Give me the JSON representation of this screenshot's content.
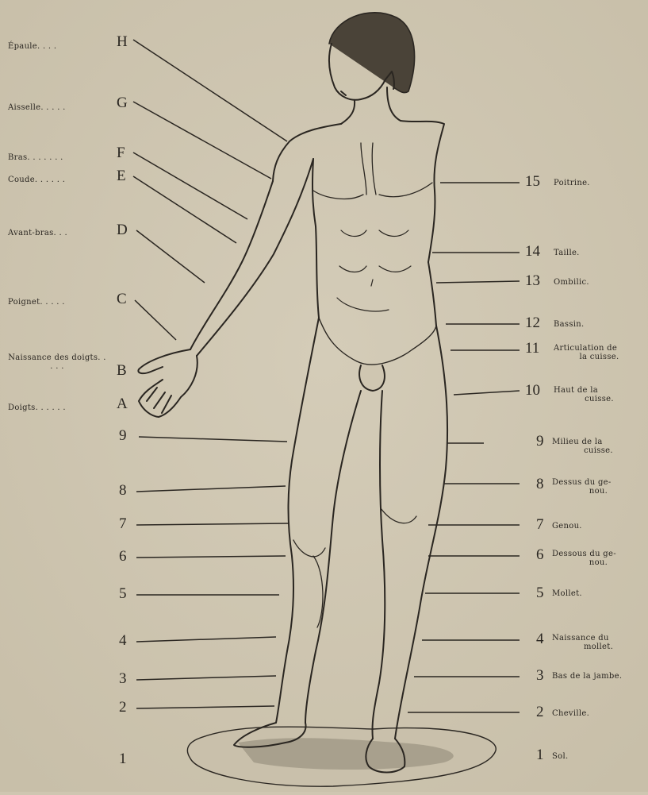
{
  "left_labels": [
    {
      "name": "Épaule. . . .",
      "letter": "H"
    },
    {
      "name": "Aisselle. . . . .",
      "letter": "G"
    },
    {
      "name": "Bras. . . . . . .",
      "letter": "F"
    },
    {
      "name": "Coude. . . . . .",
      "letter": "E"
    },
    {
      "name": "Avant-bras. . .",
      "letter": "D"
    },
    {
      "name": "Poignet. . . . .",
      "letter": "C"
    },
    {
      "name": "Naissance des doigts. . . . .",
      "letter": "B"
    },
    {
      "name": "Doigts. . . . . .",
      "letter": "A"
    }
  ],
  "left_numbers": [
    "9",
    "8",
    "7",
    "6",
    "5",
    "4",
    "3",
    "2",
    "1"
  ],
  "right_labels": [
    {
      "num": "15",
      "line1": "Poitrine.",
      "line2": ""
    },
    {
      "num": "14",
      "line1": "Taille.",
      "line2": ""
    },
    {
      "num": "13",
      "line1": "Ombilic.",
      "line2": ""
    },
    {
      "num": "12",
      "line1": "Bassin.",
      "line2": ""
    },
    {
      "num": "11",
      "line1": "Articulation de",
      "line2": "la cuisse."
    },
    {
      "num": "10",
      "line1": "Haut de la",
      "line2": "cuisse."
    },
    {
      "num": "9",
      "line1": "Milieu de la",
      "line2": "cuisse."
    },
    {
      "num": "8",
      "line1": "Dessus du ge-",
      "line2": "nou."
    },
    {
      "num": "7",
      "line1": "Genou.",
      "line2": ""
    },
    {
      "num": "6",
      "line1": "Dessous du ge-",
      "line2": "nou."
    },
    {
      "num": "5",
      "line1": "Mollet.",
      "line2": ""
    },
    {
      "num": "4",
      "line1": "Naissance du",
      "line2": "mollet."
    },
    {
      "num": "3",
      "line1": "Bas de la jambe.",
      "line2": ""
    },
    {
      "num": "2",
      "line1": "Cheville.",
      "line2": ""
    },
    {
      "num": "1",
      "line1": "Sol.",
      "line2": ""
    }
  ]
}
